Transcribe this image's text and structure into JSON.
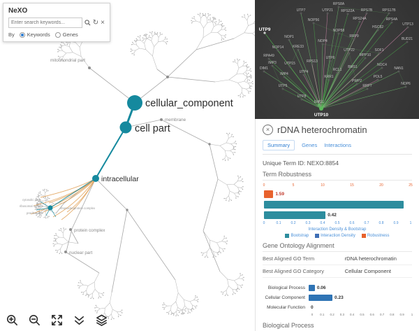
{
  "app": {
    "title": "NeXO"
  },
  "search": {
    "placeholder": "Enter search keywords...",
    "by_label": "By",
    "options": [
      {
        "label": "Keywords",
        "selected": true
      },
      {
        "label": "Genes",
        "selected": false
      }
    ],
    "icons": [
      "search-icon",
      "refresh-icon",
      "clear-icon"
    ]
  },
  "toolbar": {
    "icons": [
      "zoom-in-icon",
      "zoom-out-icon",
      "fit-to-screen-icon",
      "double-chevron-icon",
      "layers-icon"
    ]
  },
  "tree": {
    "major_nodes": [
      {
        "id": "cellular_component",
        "label": "cellular_component"
      },
      {
        "id": "cell_part",
        "label": "cell part"
      },
      {
        "id": "intracellular",
        "label": "intracellular"
      }
    ],
    "minor_labels": [
      "mitochondrial part",
      "membrane",
      "protein complex",
      "nuclear part",
      "cytosolic part",
      "ribosomal subunit",
      "preribosome",
      "ribonucleoprotein complex"
    ],
    "accent_color": "#15899e",
    "highlight_edge_color": "#e2a35a"
  },
  "network": {
    "hub_label": "UTP10",
    "highlight_label": "UTP9",
    "node_labels": [
      "UTP7",
      "NOP56",
      "UTP21",
      "RPS22A",
      "RPS8A",
      "RPS7B",
      "RPS17B",
      "RPS4A",
      "UTP13",
      "RPS24A",
      "HSC82",
      "NOP58",
      "RRP9",
      "BUD21",
      "NOP4",
      "NOP14",
      "KRE33",
      "RPA49",
      "DIM1",
      "IMP3",
      "IMP4",
      "UTP15",
      "RPS13",
      "UTP6",
      "UTP22",
      "MPP10",
      "SOF1",
      "NOC4",
      "NAN1",
      "POL5",
      "PWP2",
      "RRP7",
      "NOP6",
      "RCL1",
      "BMS1",
      "KRR1",
      "UTP4",
      "UTP5",
      "UTP8",
      "EMG1",
      "NOP1"
    ],
    "edge_colors": {
      "primary": "#4aa84a",
      "secondary": "#d489ae"
    }
  },
  "detail": {
    "title": "rDNA heterochromatin",
    "tabs": [
      "Summary",
      "Genes",
      "Interactions"
    ],
    "term_id_label": "Unique Term ID:",
    "term_id_value": "NEXO:8854",
    "sections": {
      "term_robustness": "Term Robustness",
      "go_alignment": "Gene Ontology Alignment",
      "biological_process": "Biological Process"
    },
    "go_rows": [
      {
        "label": "Best Aligned GO Term",
        "value": "rDNA heterochromatin"
      },
      {
        "label": "Best Aligned GO Category",
        "value": "Cellular Component"
      }
    ]
  },
  "chart_data": [
    {
      "type": "bar",
      "orientation": "horizontal",
      "title": "Term Robustness",
      "series": [
        {
          "name": "Robustness",
          "value": 1.59,
          "max": 25,
          "color": "#e8622d",
          "value_label": "1.59",
          "label_color": "#c0392b"
        },
        {
          "name": "Bootstrap",
          "value": 0.95,
          "max": 1,
          "color": "#2d8d9e",
          "value_label": "",
          "label_color": "#333333"
        },
        {
          "name": "Interaction Density",
          "value": 0.42,
          "max": 1,
          "color": "#2d8d9e",
          "value_label": "0.42",
          "label_color": "#333333"
        }
      ],
      "top_axis": {
        "range": [
          0,
          25
        ],
        "ticks": [
          0,
          5,
          10,
          15,
          20,
          25
        ],
        "color": "#e8622d"
      },
      "bottom_axis": {
        "range": [
          0,
          1
        ],
        "ticks": [
          0,
          0.1,
          0.2,
          0.3,
          0.4,
          0.5,
          0.6,
          0.7,
          0.8,
          0.9,
          1
        ],
        "color": "#4a90d9"
      },
      "xlabel": "Interaction Density & Bootstrap",
      "legend": [
        "Bootstrap",
        "Interaction Density",
        "Robustness"
      ],
      "legend_colors": [
        "#2d8d9e",
        "#3f6fb5",
        "#e8622d"
      ]
    },
    {
      "type": "bar",
      "orientation": "horizontal",
      "categories": [
        "Biological Process",
        "Cellular Component",
        "Molecular Function"
      ],
      "values": [
        0.06,
        0.23,
        0
      ],
      "value_labels": [
        "0.06",
        "0.23",
        "0"
      ],
      "xlim": [
        0,
        1
      ],
      "ticks": [
        0,
        0.1,
        0.2,
        0.3,
        0.4,
        0.5,
        0.6,
        0.7,
        0.8,
        0.9,
        1
      ],
      "bar_color": "#2f74b5"
    }
  ]
}
